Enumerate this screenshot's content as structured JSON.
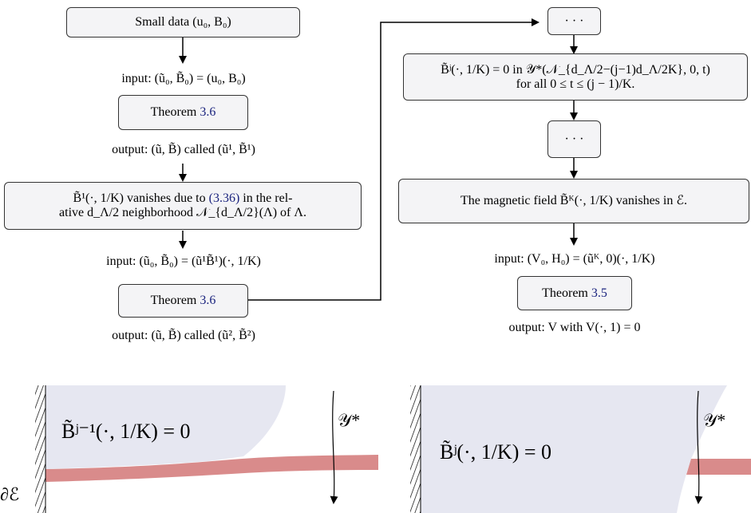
{
  "left_column": {
    "small_data_box": "Small data (u₀, B₀)",
    "input_1": "input: (ũ₀, B̃₀) = (u₀, B₀)",
    "theorem_1": {
      "prefix": "Theorem ",
      "ref": "3.6"
    },
    "output_1": "output: (ũ, B̃) called (ũ¹, B̃¹)",
    "vanish_box": {
      "line1_pre": "B̃¹(·, 1/K) vanishes due to ",
      "line1_ref": "(3.36)",
      "line1_post": " in the rel-",
      "line2": "ative d_Λ/2 neighborhood 𝒩_{d_Λ/2}(Λ) of Λ."
    },
    "input_2": "input: (ũ₀, B̃₀) = (ũ¹B̃¹)(·, 1/K)",
    "theorem_2": {
      "prefix": "Theorem ",
      "ref": "3.6"
    },
    "output_2": "output: (ũ, B̃) called (ũ², B̃²)"
  },
  "right_column": {
    "dots_top": "· · ·",
    "condition_box": {
      "line1": "B̃ʲ(·, 1/K) = 0 in 𝒴*(𝒩_{d_Λ/2−(j−1)d_Λ/2K}, 0, t)",
      "line2": "for all 0 ≤ t ≤ (j − 1)/K."
    },
    "dots_mid": "· · ·",
    "field_box": "The magnetic field B̃ᴷ(·, 1/K) vanishes in ℰ.",
    "input_3": "input: (V₀, H₀) = (ũᴷ, 0)(·, 1/K)",
    "theorem_3": {
      "prefix": "Theorem ",
      "ref": "3.5"
    },
    "output_3": "output: V with V(·, 1) = 0"
  },
  "bottom_left": {
    "label": "B̃ʲ⁻¹(·, 1/K) = 0",
    "y_label": "𝒴*",
    "boundary_label": "∂ℰ"
  },
  "bottom_right": {
    "label": "B̃ʲ(·, 1/K) = 0",
    "y_label": "𝒴*"
  },
  "colors": {
    "box_fill": "#f4f4f6",
    "region_fill": "#e6e7f1",
    "band": "#d98b8b",
    "link": "#1a237e"
  }
}
